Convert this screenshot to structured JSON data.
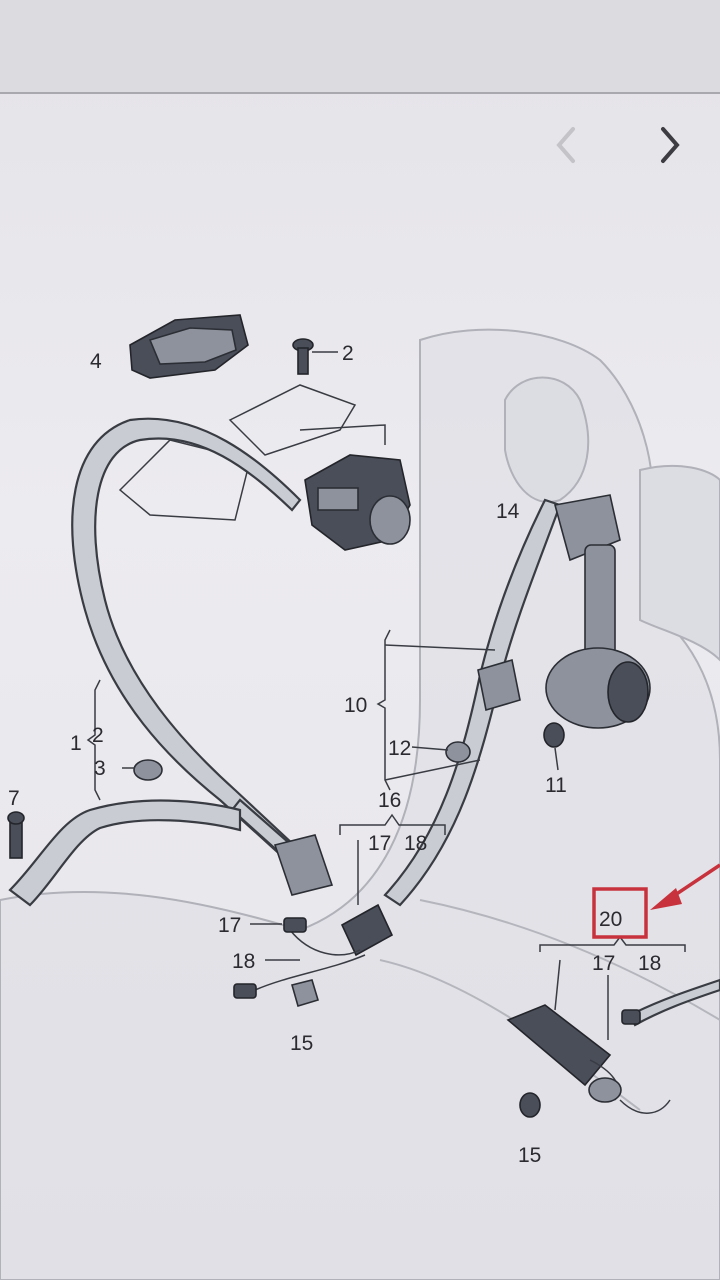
{
  "navigation": {
    "prev_icon": "chevron-left-icon",
    "next_icon": "chevron-right-icon"
  },
  "callouts": {
    "c1": "1",
    "c2a": "2",
    "c2b": "2",
    "c3": "3",
    "c4": "4",
    "c7": "7",
    "c10": "10",
    "c11": "11",
    "c12": "12",
    "c14": "14",
    "c15a": "15",
    "c15b": "15",
    "c16": "16",
    "c17a": "17",
    "c18a": "18",
    "c17b": "17",
    "c18b": "18",
    "c17c": "17",
    "c18c": "18",
    "c20": "20"
  },
  "highlight": {
    "color": "#c8323c"
  }
}
